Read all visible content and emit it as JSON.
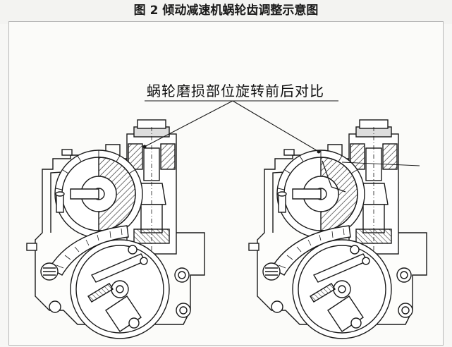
{
  "figure": {
    "caption": "图 2  倾动减速机蜗轮齿调整示意图",
    "callout_label": "蜗轮磨损部位旋转前后对比",
    "colors": {
      "line": "#1a1a1a",
      "hatch": "#2a2a2a",
      "background": "#fbfbf9"
    },
    "panels": [
      {
        "name": "before-rotation-panel"
      },
      {
        "name": "after-rotation-panel"
      }
    ]
  }
}
